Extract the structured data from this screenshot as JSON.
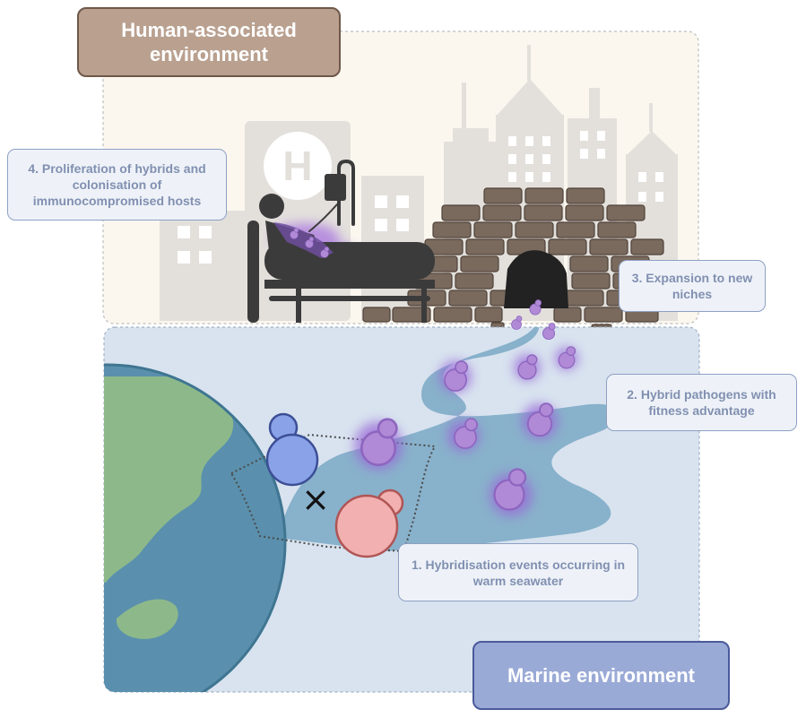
{
  "panels": {
    "human_environment": {
      "title": "Human-associated environment"
    },
    "marine_environment": {
      "title": "Marine environment"
    }
  },
  "steps": {
    "step_1": "1. Hybridisation events occurring in warm seawater",
    "step_2": "2. Hybrid pathogens with fitness advantage",
    "step_3": "3. Expansion to new niches",
    "step_4": "4. Proliferation of hybrids and colonisation of immunocompromised hosts"
  },
  "symbols": {
    "cross": "×",
    "hospital_letter": "H"
  },
  "colors": {
    "human_panel_fill": "#fbf7ef",
    "marine_panel_fill": "#d8e3ef",
    "human_title_fill": "#b9a08f",
    "marine_title_fill": "#9aaad6",
    "step_box_fill": "#eef2f8",
    "step_text": "#8190b1",
    "parent_blue": "#8aa2e8",
    "parent_pink": "#f2b0b0",
    "hybrid_purple": "#b08ad6",
    "seawater_stream": "#7fabc6",
    "bricks": "#7a6a5e",
    "globe_land": "#8db98a",
    "globe_ocean": "#5a90ad",
    "patient": "#3b3b3b"
  },
  "icons": [
    "hospital-icon",
    "city-skyline-icon",
    "patient-bed-icon",
    "iv-drip-icon",
    "brick-cave-icon",
    "globe-icon",
    "yeast-cell-icon"
  ]
}
